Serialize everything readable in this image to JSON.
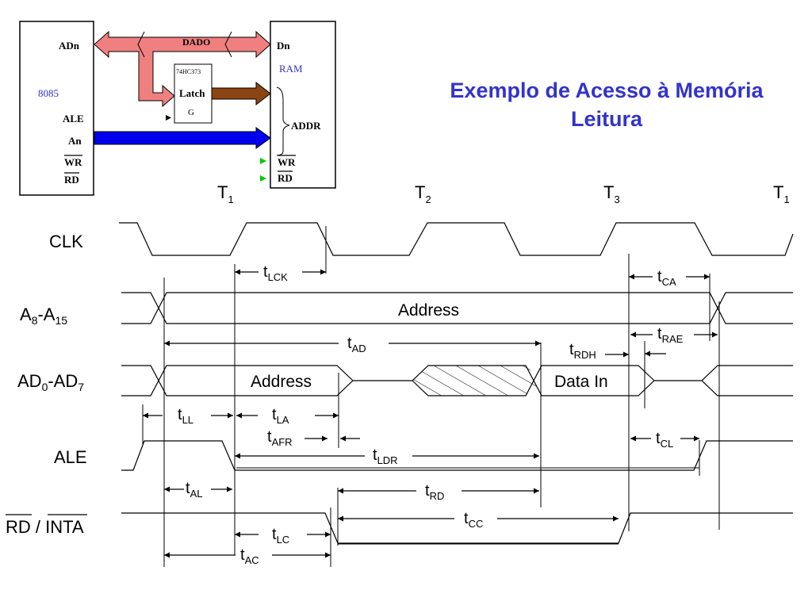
{
  "title": {
    "line1": "Exemplo de Acesso à Memória",
    "line2": "Leitura"
  },
  "block_diagram": {
    "cpu": {
      "name": "8085",
      "pins": [
        "ADn",
        "ALE",
        "An",
        "WR",
        "RD"
      ]
    },
    "ram": {
      "name": "RAM",
      "pins": [
        "Dn",
        "ADDR",
        "WR",
        "RD"
      ]
    },
    "latch": {
      "part": "74HC373",
      "label": "Latch",
      "gate": "G"
    },
    "bus_label": "DADO"
  },
  "timing": {
    "states": [
      {
        "main": "T",
        "sub": "1"
      },
      {
        "main": "T",
        "sub": "2"
      },
      {
        "main": "T",
        "sub": "3"
      },
      {
        "main": "T",
        "sub": "1"
      }
    ],
    "signals": {
      "clk": "CLK",
      "addr_hi": {
        "main": "A",
        "s1": "8",
        "mid": "-A",
        "s2": "15"
      },
      "addr_lo": {
        "main": "AD",
        "s1": "0",
        "mid": "-AD",
        "s2": "7"
      },
      "ale": "ALE",
      "rd": {
        "a": "RD",
        "sep": " / ",
        "b": "INTA"
      }
    },
    "bus_labels": {
      "address_hi": "Address",
      "address_lo": "Address",
      "data_in": "Data In"
    },
    "params": {
      "lck": {
        "t": "t",
        "s": "LCK"
      },
      "ca": {
        "t": "t",
        "s": "CA"
      },
      "ad": {
        "t": "t",
        "s": "AD"
      },
      "rdh": {
        "t": "t",
        "s": "RDH"
      },
      "rae": {
        "t": "t",
        "s": "RAE"
      },
      "ll": {
        "t": "t",
        "s": "LL"
      },
      "la": {
        "t": "t",
        "s": "LA"
      },
      "afr": {
        "t": "t",
        "s": "AFR"
      },
      "ldr": {
        "t": "t",
        "s": "LDR"
      },
      "cl": {
        "t": "t",
        "s": "CL"
      },
      "al": {
        "t": "t",
        "s": "AL"
      },
      "rdp": {
        "t": "t",
        "s": "RD"
      },
      "cc": {
        "t": "t",
        "s": "CC"
      },
      "lc": {
        "t": "t",
        "s": "LC"
      },
      "ac": {
        "t": "t",
        "s": "AC"
      }
    }
  },
  "colors": {
    "title": "#3333cc",
    "data_bus": "#f08080",
    "latch_out": "#8b4513",
    "addr_bus": "#0000ee",
    "ram_label": "#3333cc",
    "cpu_label": "#3333cc",
    "pin_marker": "#00cc00"
  }
}
